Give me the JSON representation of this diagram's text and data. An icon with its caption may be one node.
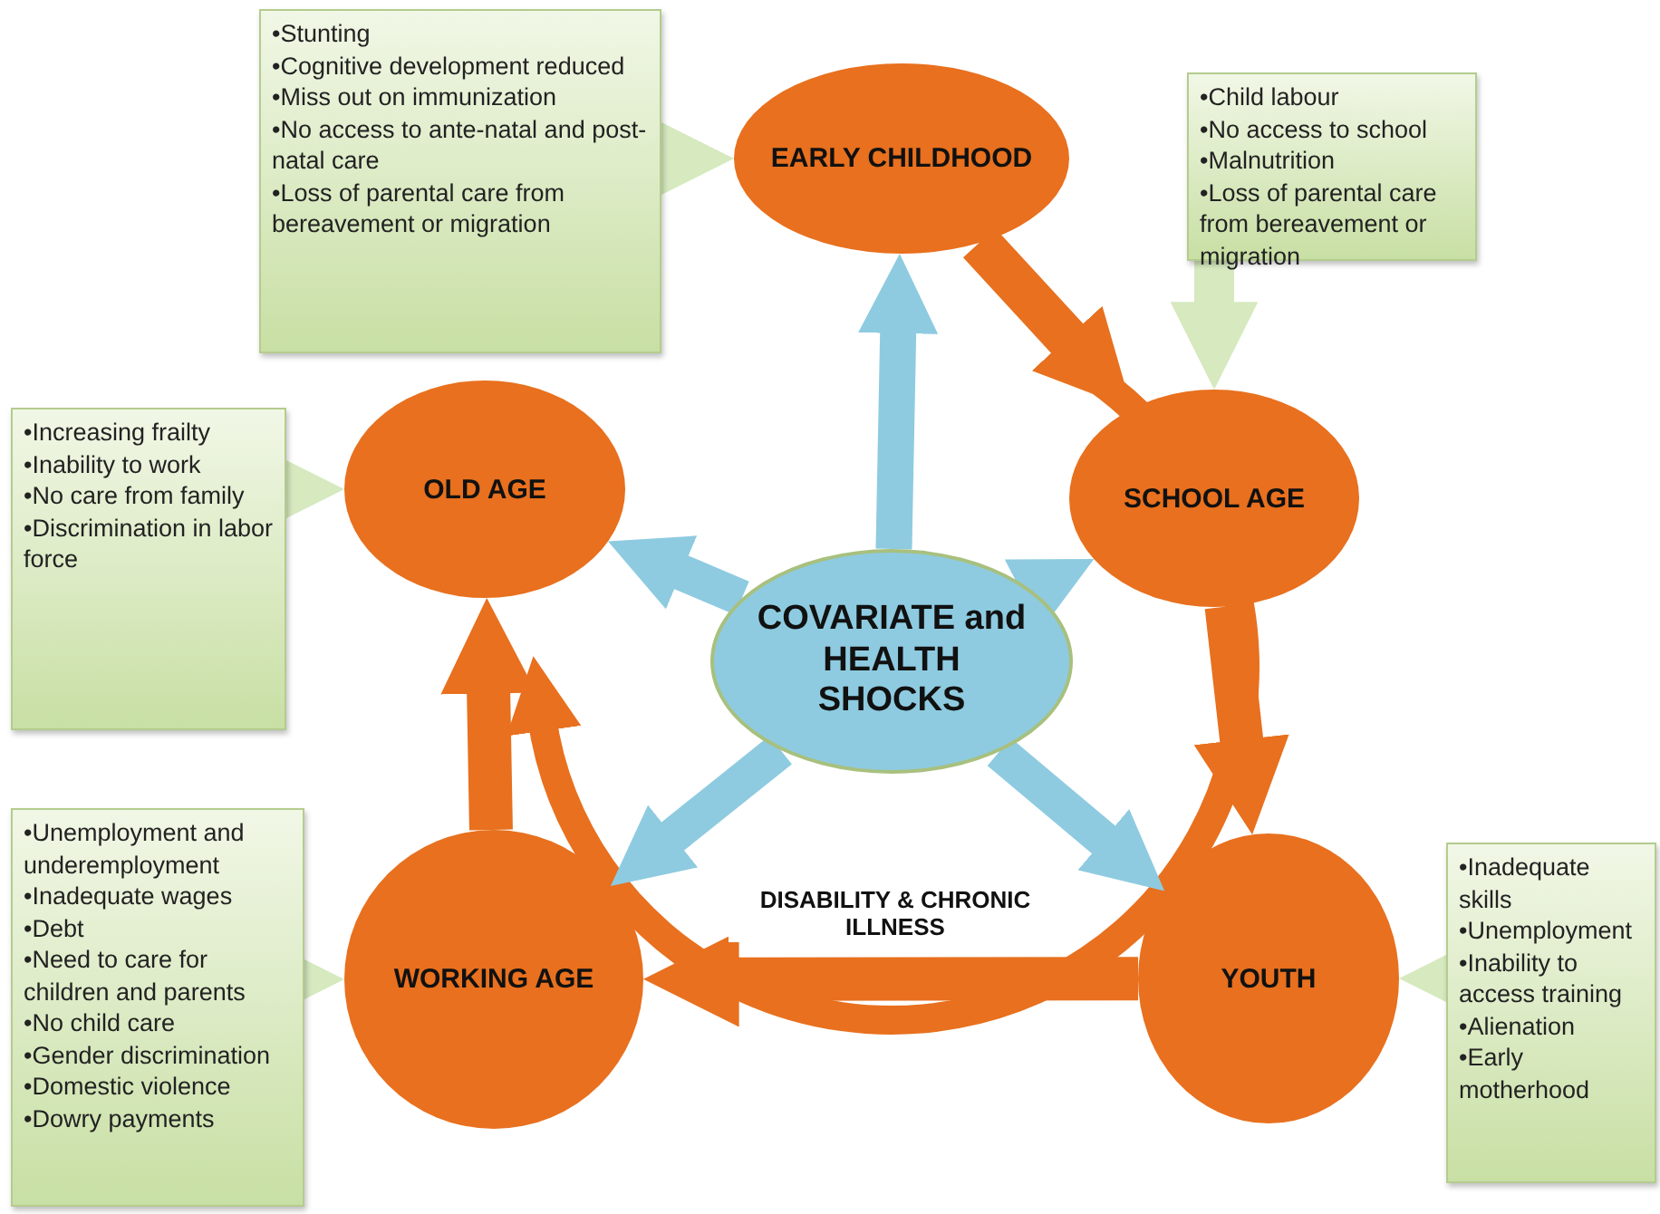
{
  "diagram": {
    "nodes": [
      {
        "text": [
          "COVARIATE and HEALTH SHOCKS"
        ]
      },
      {
        "text": [
          "EARLY CHILDHOOD"
        ]
      },
      {
        "text": [
          "SCHOOL AGE"
        ]
      },
      {
        "text": [
          "YOUTH"
        ]
      },
      {
        "text": [
          "WORKING AGE"
        ]
      },
      {
        "text": [
          "OLD AGE"
        ]
      },
      {
        "text": [
          "•Stunting",
          "•Cognitive development reduced",
          "•Miss out on immunization",
          "•No access to ante-natal and post-natal care",
          "•Loss of parental care from bereavement or migration"
        ]
      },
      {
        "text": [
          "•Child labour",
          "•No access to school",
          "•Malnutrition",
          "•Loss of parental care from bereavement or migration"
        ]
      },
      {
        "text": [
          "•Inadequate skills",
          "•Unemployment",
          "•Inability to access training",
          "•Alienation",
          "•Early motherhood"
        ]
      },
      {
        "text": [
          "•Unemployment and underemployment",
          "•Inadequate wages",
          "•Debt",
          "•Need to care for children and parents",
          "•No child care",
          "•Gender discrimination",
          "•Domestic violence",
          "•Dowry payments"
        ]
      },
      {
        "text": [
          "•Increasing frailty",
          "•Inability to work",
          "•No care from family",
          "•Discrimination in labor force"
        ]
      }
    ],
    "edges": [
      {
        "from": 0,
        "to": 1,
        "arrow": "to",
        "color": "#8ecbe0"
      },
      {
        "from": 0,
        "to": 2,
        "arrow": "to",
        "color": "#8ecbe0"
      },
      {
        "from": 0,
        "to": 3,
        "arrow": "to",
        "color": "#8ecbe0"
      },
      {
        "from": 0,
        "to": 4,
        "arrow": "to",
        "color": "#8ecbe0"
      },
      {
        "from": 0,
        "to": 5,
        "arrow": "to",
        "color": "#8ecbe0"
      },
      {
        "from": 6,
        "to": 1,
        "arrow": "to",
        "color": "#d6e9bf"
      },
      {
        "from": 7,
        "to": 2,
        "arrow": "to",
        "color": "#d6e9bf"
      },
      {
        "from": 8,
        "to": 3,
        "arrow": "to",
        "color": "#d6e9bf"
      },
      {
        "from": 9,
        "to": 4,
        "arrow": "to",
        "color": "#d6e9bf"
      },
      {
        "from": 10,
        "to": 5,
        "arrow": "to",
        "color": "#d6e9bf"
      },
      {
        "from": 1,
        "to": 2,
        "arrow": "to",
        "color": "#e8701e"
      },
      {
        "from": 2,
        "to": 3,
        "arrow": "to",
        "color": "#e8701e"
      },
      {
        "from": 3,
        "to": 4,
        "arrow": "to",
        "color": "#e8701e"
      },
      {
        "from": 4,
        "to": 5,
        "arrow": "to",
        "color": "#e8701e"
      }
    ],
    "labels": [
      "DISABILITY & CHRONIC ILLNESS"
    ]
  }
}
